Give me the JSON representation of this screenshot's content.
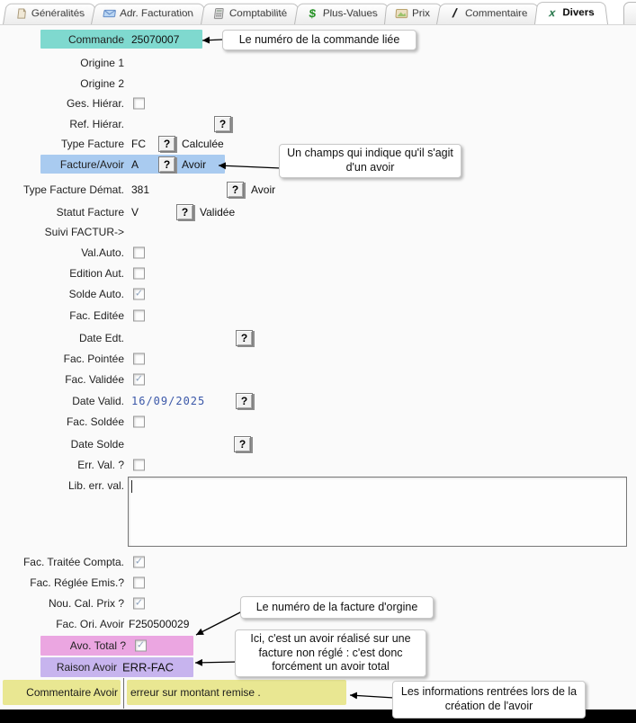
{
  "tabs": [
    {
      "label": "Généralités",
      "icon": "document-icon",
      "active": false
    },
    {
      "label": "Adr. Facturation",
      "icon": "envelope-icon",
      "active": false
    },
    {
      "label": "Comptabilité",
      "icon": "calculator-icon",
      "active": false
    },
    {
      "label": "Plus-Values",
      "icon": "dollar-icon",
      "active": false
    },
    {
      "label": "Prix",
      "icon": "picture-icon",
      "active": false
    },
    {
      "label": "Commentaire",
      "icon": "pencil-icon",
      "active": false
    },
    {
      "label": "Divers",
      "icon": "x-icon",
      "active": true
    }
  ],
  "ui": {
    "help_button": "?",
    "checkmark": "✓",
    "dollar_glyph": "$",
    "x_glyph": "x",
    "pencil_glyph": "/"
  },
  "fields": {
    "commande": {
      "label": "Commande",
      "value": "25070007"
    },
    "origine1": {
      "label": "Origine 1",
      "value": ""
    },
    "origine2": {
      "label": "Origine 2",
      "value": ""
    },
    "ges_hierar": {
      "label": "Ges. Hiérar.",
      "checked": false
    },
    "ref_hierar": {
      "label": "Ref. Hiérar.",
      "value": ""
    },
    "type_facture": {
      "label": "Type Facture",
      "value": "FC",
      "desc": "Calculée"
    },
    "facture_avoir": {
      "label": "Facture/Avoir",
      "value": "A",
      "desc": "Avoir"
    },
    "type_facture_demat": {
      "label": "Type Facture Démat.",
      "value": "381",
      "desc": "Avoir"
    },
    "statut_facture": {
      "label": "Statut Facture",
      "value": "V",
      "desc": "Validée"
    },
    "suivi_factur": {
      "label": "Suivi FACTUR->"
    },
    "val_auto": {
      "label": "Val.Auto.",
      "checked": false
    },
    "edition_aut": {
      "label": "Edition Aut.",
      "checked": false
    },
    "solde_auto": {
      "label": "Solde Auto.",
      "checked": true
    },
    "fac_editee": {
      "label": "Fac. Editée",
      "checked": false
    },
    "date_edt": {
      "label": "Date Edt.",
      "value": ""
    },
    "fac_pointee": {
      "label": "Fac. Pointée",
      "checked": false
    },
    "fac_validee": {
      "label": "Fac. Validée",
      "checked": true
    },
    "date_valid": {
      "label": "Date Valid.",
      "value": "16/09/2025"
    },
    "fac_soldee": {
      "label": "Fac. Soldée",
      "checked": false
    },
    "date_solde": {
      "label": "Date Solde",
      "value": ""
    },
    "err_val": {
      "label": "Err. Val. ?",
      "checked": false
    },
    "lib_err_val": {
      "label": "Lib. err. val.",
      "value": ""
    },
    "fac_traitee_compta": {
      "label": "Fac. Traitée Compta.",
      "checked": true
    },
    "fac_reglee_emis": {
      "label": "Fac. Réglée Emis.?",
      "checked": false
    },
    "nou_cal_prix": {
      "label": "Nou. Cal. Prix ?",
      "checked": true
    },
    "fac_ori_avoir": {
      "label": "Fac. Ori. Avoir",
      "value": "F250500029"
    },
    "avo_total": {
      "label": "Avo. Total ?",
      "checked": true
    },
    "raison_avoir": {
      "label": "Raison Avoir",
      "value": "ERR-FAC"
    },
    "commentaire_avoir": {
      "label": "Commentaire Avoir",
      "value": "erreur sur montant remise ."
    }
  },
  "annotations": {
    "commande_note": "Le numéro de la commande liée",
    "avoir_note": "Un champs qui indique qu'il s'agit d'un avoir",
    "facture_origine_note": "Le numéro de la facture d'orgine",
    "avoir_total_note": "Ici, c'est un avoir réalisé sur une facture non réglé : c'est donc forcément un avoir total",
    "creation_note": "Les informations rentrées lors de la création de l'avoir"
  },
  "colors": {
    "commande_highlight": "#7fd9cf",
    "facture_avoir_highlight": "#a9cbf0",
    "avo_total_highlight": "#eba6e1",
    "raison_avoir_highlight": "#c7b4ee",
    "commentaire_highlight": "#e9e792",
    "date_text": "#3a57a8"
  }
}
